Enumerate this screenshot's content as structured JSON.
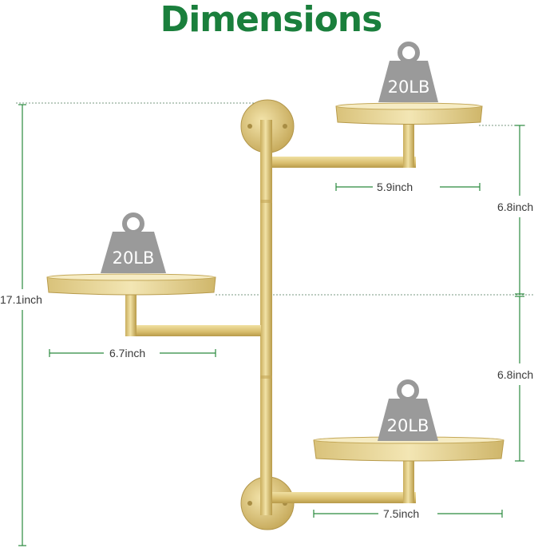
{
  "title": "Dimensions",
  "colors": {
    "title": "#1a7f3c",
    "dimension_line": "#2a8a3e",
    "gold_light": "#e3cf8a",
    "gold_dark": "#b79a4a",
    "weight_gray": "#9a9a9a"
  },
  "weights": {
    "top": "20LB",
    "left": "20LB",
    "bottom": "20LB"
  },
  "dimensions": {
    "total_height": "17.1inch",
    "upper_spacing": "6.8inch",
    "lower_spacing": "6.8inch",
    "top_arm": "5.9inch",
    "left_arm": "6.7inch",
    "bottom_arm": "7.5inch"
  }
}
